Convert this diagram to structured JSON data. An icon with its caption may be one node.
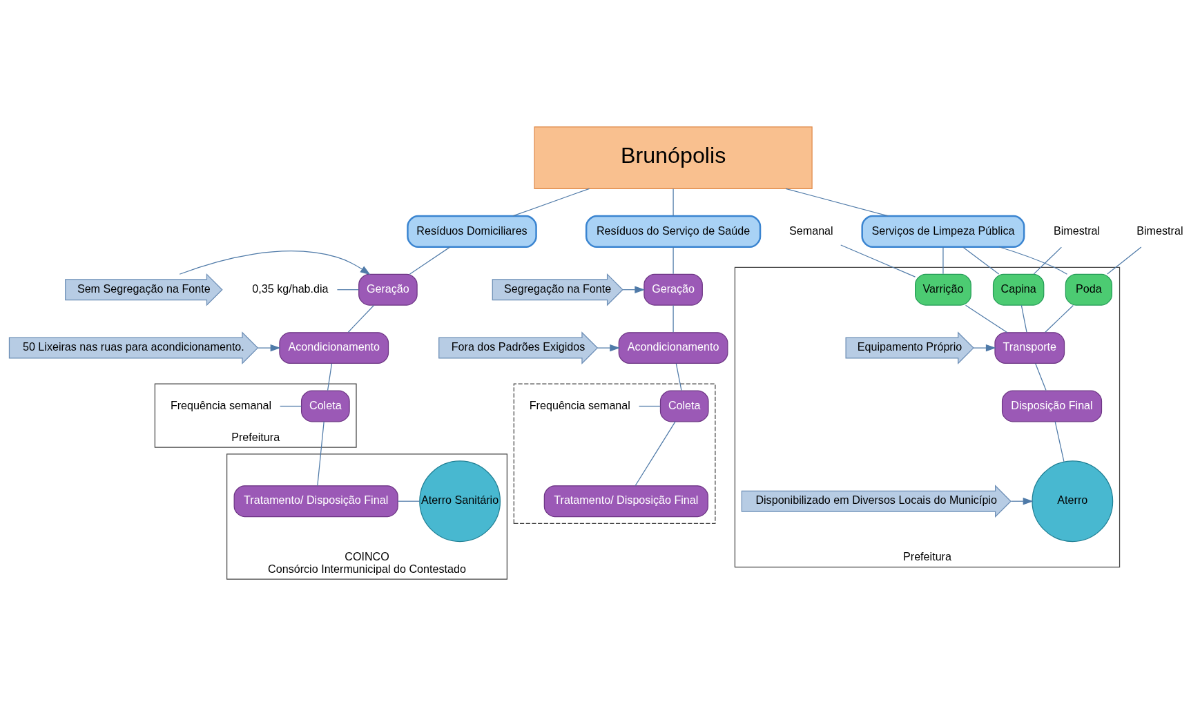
{
  "diagram": {
    "nodes": [
      {
        "text": [
          "Brunópolis"
        ]
      },
      {
        "text": [
          "Resíduos Domiciliares"
        ]
      },
      {
        "text": [
          "Resíduos do Serviço de Saúde"
        ]
      },
      {
        "text": [
          "Serviços de Limpeza Pública"
        ]
      },
      {
        "text": [
          "Sem Segregação na Fonte"
        ]
      },
      {
        "text": [
          "Geração"
        ]
      },
      {
        "text": [
          "0,35 kg/hab.dia"
        ]
      },
      {
        "text": [
          "50 Lixeiras nas ruas para acondicionamento."
        ]
      },
      {
        "text": [
          "Acondicionamento"
        ]
      },
      {
        "text": [
          "Prefeitura"
        ]
      },
      {
        "text": [
          "Frequência semanal"
        ],
        "in": 9
      },
      {
        "text": [
          "Coleta"
        ],
        "in": 9
      },
      {
        "text": [
          "COINCO",
          "Consórcio Intermunicipal do Contestado"
        ]
      },
      {
        "text": [
          "Tratamento/ Disposição Final"
        ],
        "in": 12
      },
      {
        "text": [
          "Aterro Sanitário"
        ],
        "in": 12
      },
      {
        "text": [
          "Segregação na Fonte"
        ]
      },
      {
        "text": [
          "Geração"
        ]
      },
      {
        "text": [
          "Fora dos Padrões Exigidos"
        ]
      },
      {
        "text": [
          "Acondicionamento"
        ]
      },
      {
        "text": [],
        "shape": "box"
      },
      {
        "text": [
          "Frequência semanal"
        ],
        "in": 19
      },
      {
        "text": [
          "Coleta"
        ],
        "in": 19
      },
      {
        "text": [
          "Tratamento/ Disposição Final"
        ],
        "in": 19
      },
      {
        "text": [
          "Bimestral"
        ]
      },
      {
        "text": [
          "Semanal"
        ]
      },
      {
        "text": [
          "Bimestral"
        ]
      },
      {
        "text": [
          "Prefeitura"
        ]
      },
      {
        "text": [
          "Poda"
        ],
        "in": 26
      },
      {
        "text": [
          "Varrição"
        ],
        "in": 26
      },
      {
        "text": [
          "Capina"
        ],
        "in": 26
      },
      {
        "text": [
          "Equipamento Próprio"
        ],
        "in": 26
      },
      {
        "text": [
          "Transporte"
        ],
        "in": 26
      },
      {
        "text": [
          "Disposição Final"
        ],
        "in": 26
      },
      {
        "text": [
          "Aterro"
        ],
        "in": 26
      },
      {
        "text": [
          "Disponibilizado em Diversos Locais do Município"
        ],
        "in": 26
      }
    ],
    "edges": [
      {
        "from": 0,
        "to": 1,
        "arrow": "none"
      },
      {
        "from": 0,
        "to": 2,
        "arrow": "none"
      },
      {
        "from": 0,
        "to": 3,
        "arrow": "none"
      },
      {
        "from": 1,
        "to": 5,
        "arrow": "none"
      },
      {
        "from": 4,
        "to": 5,
        "arrow": "to"
      },
      {
        "from": 6,
        "to": 5,
        "arrow": "none"
      },
      {
        "from": 5,
        "to": 8,
        "arrow": "none"
      },
      {
        "from": 7,
        "to": 8,
        "arrow": "to"
      },
      {
        "from": 8,
        "to": 11,
        "arrow": "none"
      },
      {
        "from": 10,
        "to": 11,
        "arrow": "none"
      },
      {
        "from": 11,
        "to": 13,
        "arrow": "none"
      },
      {
        "from": 13,
        "to": 14,
        "arrow": "none"
      },
      {
        "from": 2,
        "to": 16,
        "arrow": "none"
      },
      {
        "from": 15,
        "to": 16,
        "arrow": "to"
      },
      {
        "from": 16,
        "to": 18,
        "arrow": "none"
      },
      {
        "from": 17,
        "to": 18,
        "arrow": "to"
      },
      {
        "from": 18,
        "to": 21,
        "arrow": "none"
      },
      {
        "from": 20,
        "to": 21,
        "arrow": "none"
      },
      {
        "from": 21,
        "to": 22,
        "arrow": "none"
      },
      {
        "from": 3,
        "to": 27,
        "arrow": "none"
      },
      {
        "from": 3,
        "to": 28,
        "arrow": "none"
      },
      {
        "from": 3,
        "to": 29,
        "arrow": "none"
      },
      {
        "from": 23,
        "to": 27,
        "arrow": "none"
      },
      {
        "from": 24,
        "to": 28,
        "arrow": "none"
      },
      {
        "from": 25,
        "to": 29,
        "arrow": "none"
      },
      {
        "from": 27,
        "to": 31,
        "arrow": "none"
      },
      {
        "from": 28,
        "to": 31,
        "arrow": "none"
      },
      {
        "from": 29,
        "to": 31,
        "arrow": "none"
      },
      {
        "from": 30,
        "to": 31,
        "arrow": "to"
      },
      {
        "from": 31,
        "to": 32,
        "arrow": "none"
      },
      {
        "from": 32,
        "to": 33,
        "arrow": "none"
      },
      {
        "from": 34,
        "to": 33,
        "arrow": "to"
      }
    ]
  }
}
